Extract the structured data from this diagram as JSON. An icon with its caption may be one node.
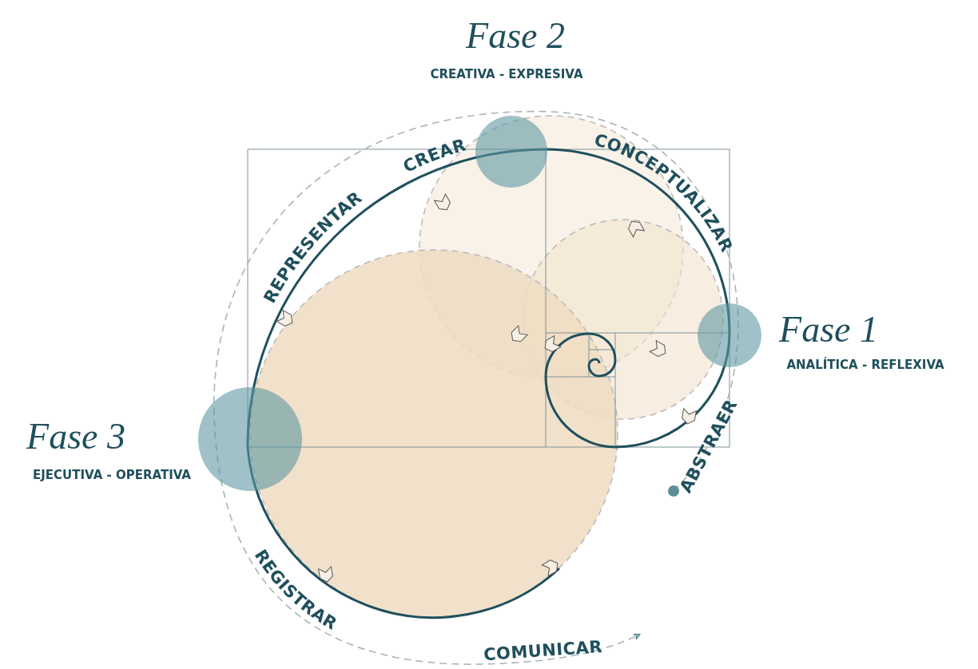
{
  "diagram": {
    "labels": [
      "Fase 2",
      "CREATIVA - EXPRESIVA",
      "CREAR",
      "CONCEPTUALIZAR",
      "REPRESENTAR",
      "Fase 1",
      "ANALÍTICA - REFLEXIVA",
      "Fase 3",
      "EJECUTIVA - OPERATIVA",
      "ABSTRAER",
      "REGISTRAR",
      "COMUNICAR"
    ]
  }
}
